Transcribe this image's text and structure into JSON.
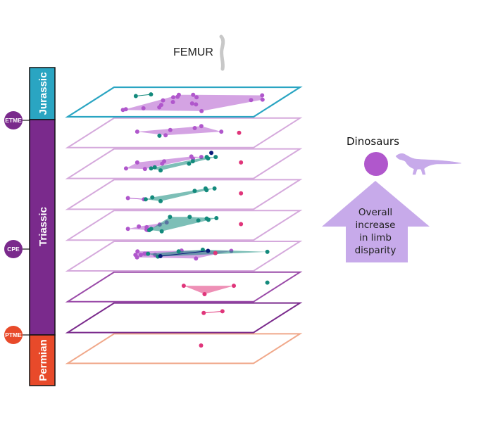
{
  "femur": {
    "label": "FEMUR",
    "icon": "femur-bone-icon"
  },
  "timescale": {
    "periods": [
      {
        "name": "Jurassic",
        "color": "#2aa5c2"
      },
      {
        "name": "Triassic",
        "color": "#7a2a8c"
      },
      {
        "name": "Permian",
        "color": "#e84a2a"
      }
    ],
    "events": [
      {
        "label": "ETME",
        "color": "#7a2a8c"
      },
      {
        "label": "CPE",
        "color": "#7a2a8c"
      },
      {
        "label": "PTME",
        "color": "#e84a2a"
      }
    ]
  },
  "legend": {
    "group_label": "Dinosaurs",
    "group_color": "#b057cc",
    "silhouette": "theropod-silhouette-icon",
    "arrow_text_lines": [
      "Overall",
      "increase",
      "in limb",
      "disparity"
    ],
    "arrow_color": "#c7aaea"
  },
  "colors": {
    "dinosaur": "#b057cc",
    "teal_group": "#138a7c",
    "navy_group": "#0a1a7a",
    "pink_group": "#e0357a",
    "jurassic_plane": "#2aa5c2",
    "triassic_plane_light": "#d5a9dc",
    "triassic_plane_dark": "#9a4aa8",
    "permian_plane": "#f0a88a"
  },
  "slices": [
    {
      "period": "Jurassic",
      "plane_color": "#2aa5c2",
      "groups": [
        {
          "color": "#138a7c",
          "hull": false,
          "points": [
            [
              0.12,
              0.25
            ],
            [
              0.19,
              0.18
            ]
          ]
        },
        {
          "color": "#b057cc",
          "hull": true,
          "points": [
            [
              0.18,
              0.8
            ],
            [
              0.17,
              0.83
            ],
            [
              0.27,
              0.76
            ],
            [
              0.31,
              0.43
            ],
            [
              0.34,
              0.3
            ],
            [
              0.36,
              0.28
            ],
            [
              0.35,
              0.2
            ],
            [
              0.34,
              0.62
            ],
            [
              0.35,
              0.72
            ],
            [
              0.38,
              0.5
            ],
            [
              0.43,
              0.2
            ],
            [
              0.47,
              0.3
            ],
            [
              0.5,
              0.56
            ],
            [
              0.53,
              0.6
            ],
            [
              0.62,
              0.88
            ],
            [
              0.8,
              0.42
            ],
            [
              0.82,
              0.22
            ],
            [
              0.86,
              0.4
            ]
          ]
        }
      ]
    },
    {
      "period": "Triassic",
      "plane_color": "#d5a9dc",
      "groups": [
        {
          "color": "#b057cc",
          "hull": true,
          "points": [
            [
              0.17,
              0.45
            ],
            [
              0.34,
              0.38
            ],
            [
              0.36,
              0.6
            ],
            [
              0.46,
              0.3
            ],
            [
              0.48,
              0.22
            ],
            [
              0.64,
              0.45
            ]
          ]
        },
        {
          "color": "#138a7c",
          "hull": false,
          "points": [
            [
              0.33,
              0.62
            ]
          ]
        },
        {
          "color": "#e0357a",
          "hull": false,
          "points": [
            [
              0.75,
              0.5
            ]
          ]
        }
      ]
    },
    {
      "period": "Triassic",
      "plane_color": "#d5a9dc",
      "groups": [
        {
          "color": "#b057cc",
          "hull": true,
          "points": [
            [
              0.17,
              0.45
            ],
            [
              0.16,
              0.7
            ],
            [
              0.27,
              0.72
            ],
            [
              0.31,
              0.4
            ],
            [
              0.32,
              0.5
            ],
            [
              0.42,
              0.2
            ],
            [
              0.45,
              0.3
            ],
            [
              0.48,
              0.22
            ]
          ]
        },
        {
          "color": "#138a7c",
          "hull": true,
          "points": [
            [
              0.3,
              0.7
            ],
            [
              0.31,
              0.65
            ],
            [
              0.37,
              0.78
            ],
            [
              0.47,
              0.4
            ],
            [
              0.47,
              0.5
            ],
            [
              0.51,
              0.22
            ],
            [
              0.53,
              0.28
            ],
            [
              0.56,
              0.22
            ]
          ]
        },
        {
          "color": "#0a1a7a",
          "hull": false,
          "points": [
            [
              0.5,
              0.05
            ]
          ]
        },
        {
          "color": "#e0357a",
          "hull": false,
          "points": [
            [
              0.75,
              0.45
            ]
          ]
        }
      ]
    },
    {
      "period": "Triassic",
      "plane_color": "#d5a9dc",
      "groups": [
        {
          "color": "#b057cc",
          "hull": false,
          "line": true,
          "points": [
            [
              0.16,
              0.65
            ],
            [
              0.26,
              0.7
            ]
          ]
        },
        {
          "color": "#138a7c",
          "hull": true,
          "points": [
            [
              0.27,
              0.7
            ],
            [
              0.29,
              0.62
            ],
            [
              0.37,
              0.78
            ],
            [
              0.47,
              0.35
            ],
            [
              0.51,
              0.25
            ],
            [
              0.53,
              0.32
            ],
            [
              0.56,
              0.25
            ]
          ]
        },
        {
          "color": "#e0357a",
          "hull": false,
          "points": [
            [
              0.75,
              0.45
            ]
          ]
        }
      ]
    },
    {
      "period": "Triassic",
      "plane_color": "#d5a9dc",
      "groups": [
        {
          "color": "#b057cc",
          "hull": true,
          "points": [
            [
              0.16,
              0.65
            ],
            [
              0.2,
              0.55
            ],
            [
              0.25,
              0.58
            ],
            [
              0.27,
              0.68
            ],
            [
              0.28,
              0.7
            ],
            [
              0.32,
              0.38
            ],
            [
              0.3,
              0.47
            ]
          ]
        },
        {
          "color": "#138a7c",
          "hull": true,
          "points": [
            [
              0.29,
              0.15
            ],
            [
              0.4,
              0.15
            ],
            [
              0.48,
              0.3
            ],
            [
              0.51,
              0.22
            ],
            [
              0.53,
              0.27
            ],
            [
              0.56,
              0.2
            ],
            [
              0.29,
              0.65
            ],
            [
              0.29,
              0.7
            ],
            [
              0.37,
              0.75
            ]
          ]
        },
        {
          "color": "#e0357a",
          "hull": false,
          "points": [
            [
              0.75,
              0.45
            ]
          ]
        }
      ]
    },
    {
      "period": "Triassic",
      "plane_color": "#d5a9dc",
      "groups": [
        {
          "color": "#b057cc",
          "hull": true,
          "points": [
            [
              0.14,
              0.3
            ],
            [
              0.16,
              0.45
            ],
            [
              0.19,
              0.45
            ],
            [
              0.2,
              0.4
            ],
            [
              0.21,
              0.4
            ],
            [
              0.19,
              0.55
            ],
            [
              0.27,
              0.45
            ],
            [
              0.38,
              0.27
            ],
            [
              0.53,
              0.6
            ],
            [
              0.66,
              0.28
            ]
          ]
        },
        {
          "color": "#138a7c",
          "hull": true,
          "points": [
            [
              0.22,
              0.4
            ],
            [
              0.3,
              0.52
            ],
            [
              0.37,
              0.3
            ],
            [
              0.49,
              0.23
            ],
            [
              0.59,
              0.37
            ],
            [
              0.87,
              0.32
            ]
          ]
        },
        {
          "color": "#0a1a7a",
          "hull": false,
          "line": true,
          "points": [
            [
              0.31,
              0.5
            ],
            [
              0.53,
              0.28
            ]
          ]
        },
        {
          "color": "#e0357a",
          "hull": false,
          "points": [
            [
              0.59,
              0.37
            ]
          ]
        }
      ]
    },
    {
      "period": "Triassic",
      "plane_color": "#9a4aa8",
      "groups": [
        {
          "color": "#e0357a",
          "hull": true,
          "points": [
            [
              0.43,
              0.45
            ],
            [
              0.62,
              0.8
            ],
            [
              0.71,
              0.45
            ]
          ]
        },
        {
          "color": "#138a7c",
          "hull": false,
          "points": [
            [
              0.87,
              0.32
            ]
          ]
        }
      ]
    },
    {
      "period": "Triassic",
      "plane_color": "#7a2a8c",
      "groups": [
        {
          "color": "#e0357a",
          "hull": false,
          "line": true,
          "points": [
            [
              0.51,
              0.3
            ],
            [
              0.6,
              0.23
            ]
          ]
        }
      ]
    },
    {
      "period": "Permian",
      "plane_color": "#f0a88a",
      "groups": [
        {
          "color": "#e0357a",
          "hull": false,
          "points": [
            [
              0.51,
              0.37
            ]
          ]
        }
      ]
    }
  ]
}
